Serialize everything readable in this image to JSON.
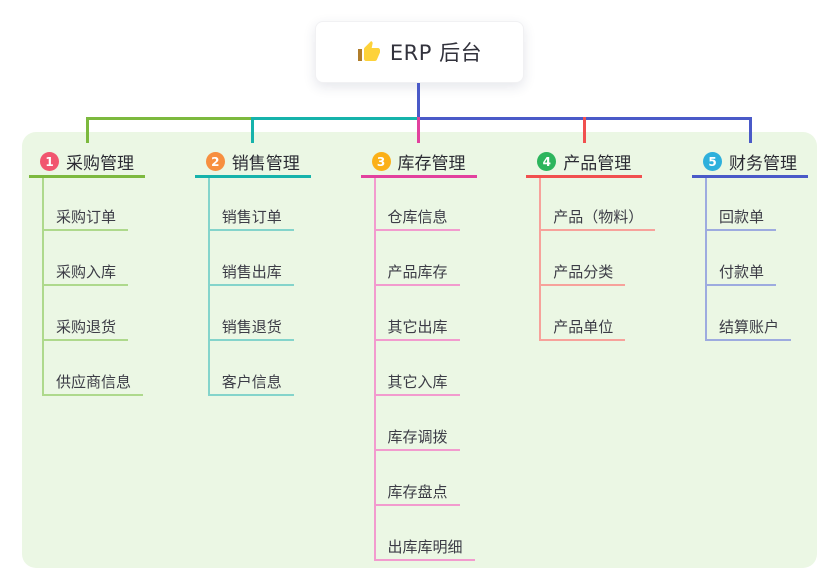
{
  "root": {
    "icon": "thumbs-up-icon",
    "label": "ERP 后台"
  },
  "canvas": {
    "background": "#ffffff",
    "panel_background": "#ebf7e4",
    "stem_color": "#4a5ac8"
  },
  "branches": [
    {
      "badge": "1",
      "label": "采购管理",
      "badge_color": "#f1566f",
      "line_color": "#7cb93e",
      "child_line_color": "#aed98c",
      "children": [
        "采购订单",
        "采购入库",
        "采购退货",
        "供应商信息"
      ]
    },
    {
      "badge": "2",
      "label": "销售管理",
      "badge_color": "#f78f40",
      "line_color": "#16b3ab",
      "child_line_color": "#84d4cb",
      "children": [
        "销售订单",
        "销售出库",
        "销售退货",
        "客户信息"
      ]
    },
    {
      "badge": "3",
      "label": "库存管理",
      "badge_color": "#fbb018",
      "line_color": "#e2419e",
      "child_line_color": "#f29bce",
      "children": [
        "仓库信息",
        "产品库存",
        "其它出库",
        "其它入库",
        "库存调拨",
        "库存盘点",
        "出库库明细"
      ]
    },
    {
      "badge": "4",
      "label": "产品管理",
      "badge_color": "#2db55d",
      "line_color": "#f1504f",
      "child_line_color": "#f7a29b",
      "children": [
        "产品（物料）",
        "产品分类",
        "产品单位"
      ]
    },
    {
      "badge": "5",
      "label": "财务管理",
      "badge_color": "#2eb0dc",
      "line_color": "#4a5ac8",
      "child_line_color": "#9dabdf",
      "children": [
        "回款单",
        "付款单",
        "结算账户"
      ]
    }
  ]
}
